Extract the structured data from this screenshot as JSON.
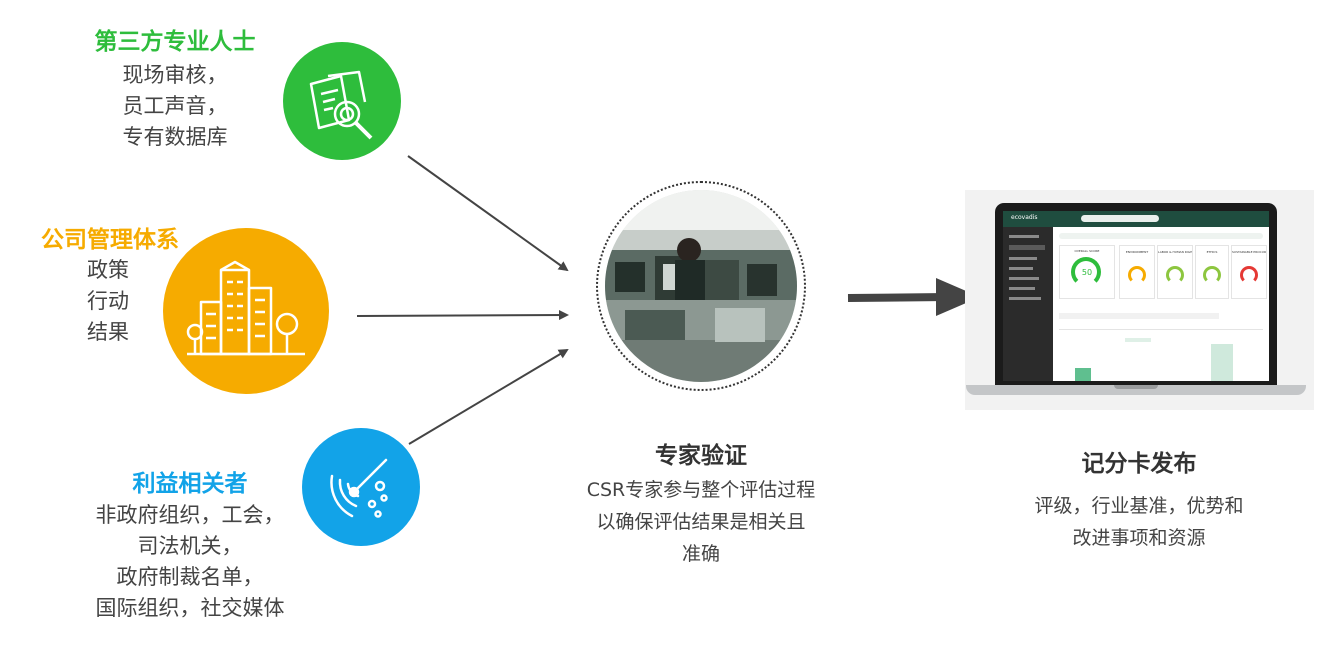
{
  "sources": {
    "third_party": {
      "title": "第三方专业人士",
      "lines": [
        "现场审核，",
        "员工声音，",
        "专有数据库"
      ],
      "color": "#2ebd3c",
      "icon": "documents-search-icon"
    },
    "management": {
      "title": "公司管理体系",
      "lines": [
        "政策",
        "行动",
        "结果"
      ],
      "color": "#f6ab00",
      "icon": "buildings-icon"
    },
    "stakeholders": {
      "title": "利益相关者",
      "lines": [
        "非政府组织，工会，",
        "司法机关，",
        "政府制裁名单，",
        "国际组织，社交媒体"
      ],
      "color": "#12a3e8",
      "icon": "radar-icon"
    }
  },
  "expert": {
    "title": "专家验证",
    "lines": [
      "CSR专家参与整个评估过程",
      "以确保评估结果是相关且",
      "准确"
    ]
  },
  "scorecard": {
    "title": "记分卡发布",
    "lines": [
      "评级，行业基准，优势和",
      "改进事项和资源"
    ]
  },
  "laptop_screen": {
    "brand": "ecovadis",
    "sections": [
      "OVERALL SCORE",
      "ENVIRONMENT",
      "LABOR & HUMAN RIGHTS",
      "ETHICS",
      "SUSTAINABLE PROCUREMENT"
    ],
    "score": "50"
  }
}
